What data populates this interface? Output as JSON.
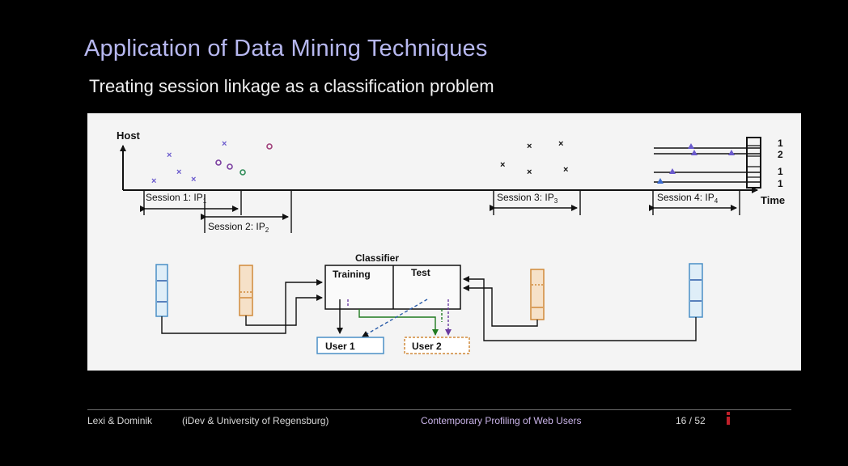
{
  "slide": {
    "title": "Application of Data Mining Techniques",
    "subtitle": "Treating session linkage as a classification problem"
  },
  "figure": {
    "axis": {
      "y_label": "Host",
      "x_label": "Time"
    },
    "sessions": [
      {
        "label": "Session 1: IP",
        "sub": "1"
      },
      {
        "label": "Session 2: IP",
        "sub": "2"
      },
      {
        "label": "Session 3: IP",
        "sub": "3"
      },
      {
        "label": "Session 4: IP",
        "sub": "4"
      }
    ],
    "host_labels": [
      "1",
      "2",
      "1",
      "1"
    ],
    "classifier": {
      "title": "Classifier",
      "training_label": "Training",
      "test_label": "Test"
    },
    "users": [
      "User 1",
      "User 2"
    ]
  },
  "footer": {
    "authors": "Lexi & Dominik",
    "affiliation": "(iDev & University of Regensburg)",
    "talk_title": "Contemporary Profiling of Web Users",
    "page": "16 / 52"
  },
  "colors": {
    "title": "#b7b8f0",
    "session1_marker": "#6a5acd",
    "session2_marker": "#2e8b57",
    "user1_box": "#4a8fc6",
    "user2_box": "#d08a3a"
  }
}
